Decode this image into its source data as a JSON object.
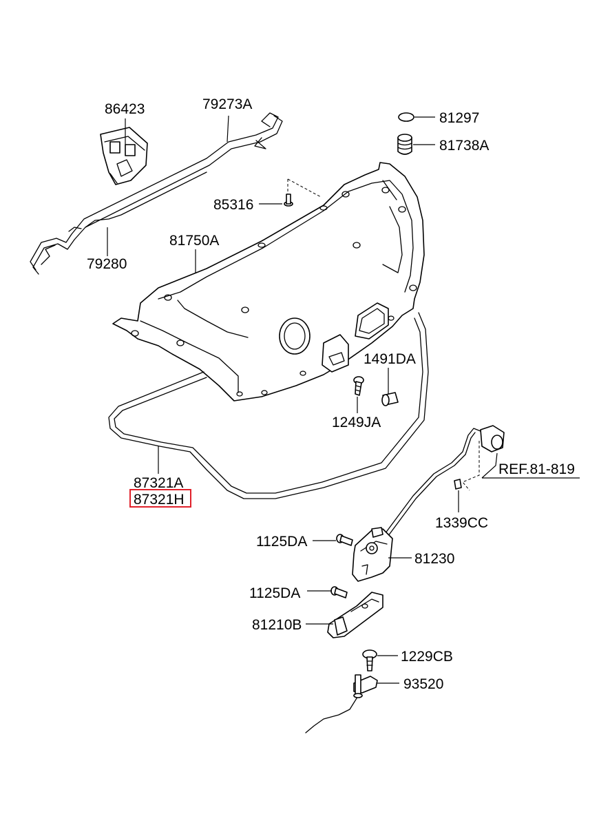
{
  "labels": {
    "p86423": "86423",
    "p79273A": "79273A",
    "p79280": "79280",
    "p81297": "81297",
    "p81738A": "81738A",
    "p85316": "85316",
    "p81750A": "81750A",
    "p1491DA": "1491DA",
    "p1249JA": "1249JA",
    "p87321A": "87321A",
    "p87321H": "87321H",
    "ref": "REF.81-819",
    "p1339CC": "1339CC",
    "p1125DA_a": "1125DA",
    "p81230": "81230",
    "p1125DA_b": "1125DA",
    "p81210B": "81210B",
    "p1229CB": "1229CB",
    "p93520": "93520"
  },
  "highlight": {
    "part": "87321H",
    "color": "#e0202a"
  }
}
